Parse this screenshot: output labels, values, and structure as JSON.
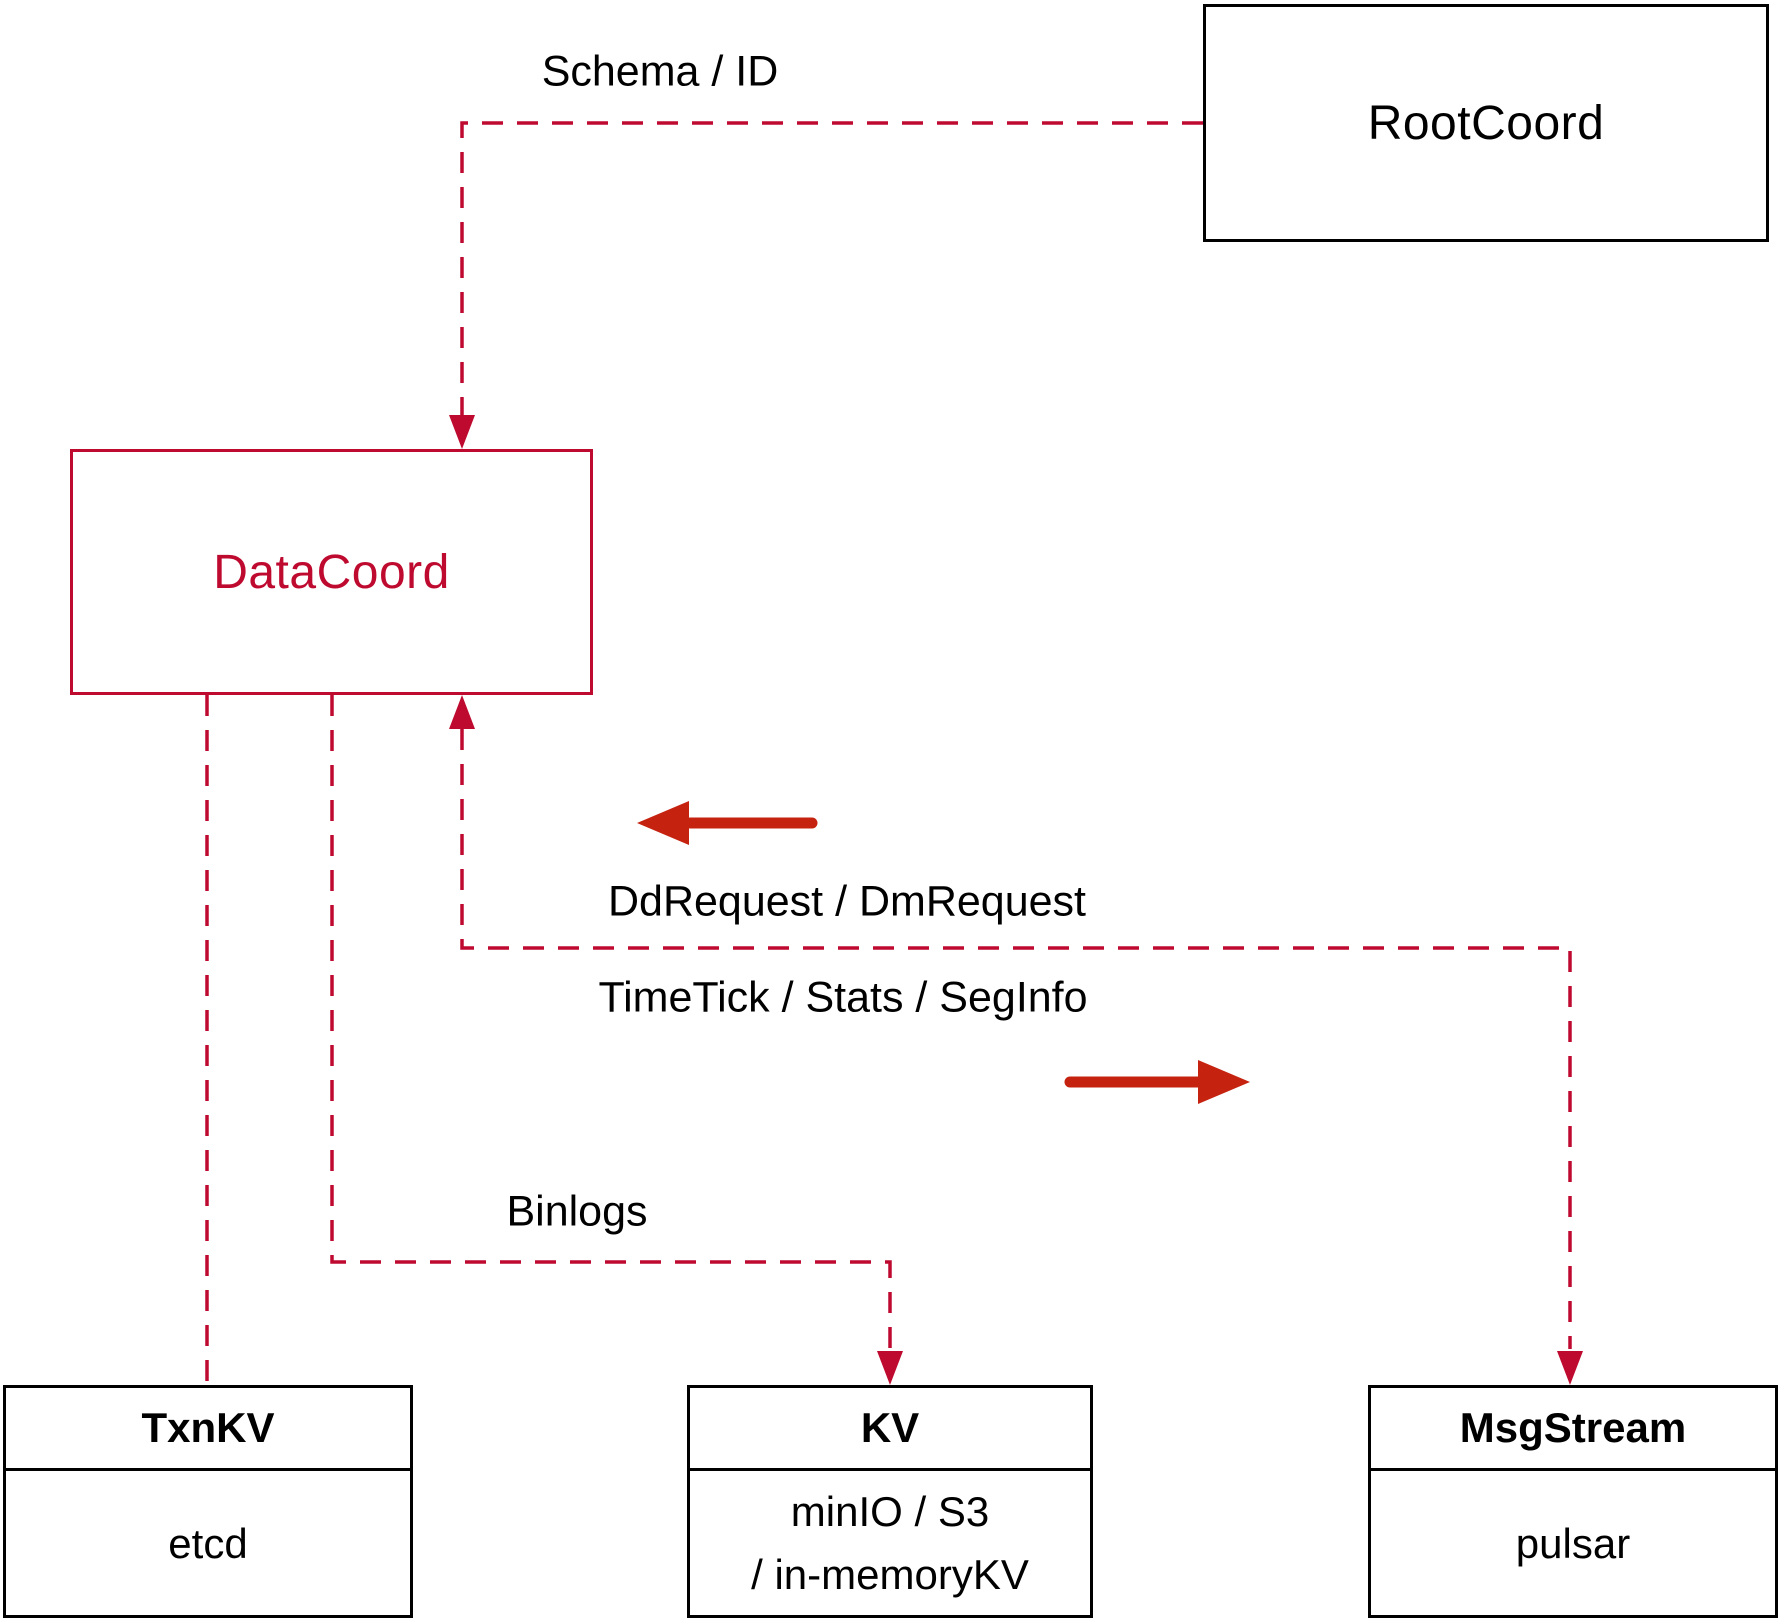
{
  "diagram": {
    "colors": {
      "dashed_red": "#bf0a30",
      "solid_red": "#c52310",
      "black": "#000000"
    },
    "nodes": {
      "root_coord": {
        "label": "RootCoord"
      },
      "data_coord": {
        "label": "DataCoord"
      },
      "txn_kv": {
        "title": "TxnKV",
        "body": "etcd"
      },
      "kv": {
        "title": "KV",
        "body_line1": "minIO / S3",
        "body_line2": "/ in-memoryKV"
      },
      "msg_stream": {
        "title": "MsgStream",
        "body": "pulsar"
      }
    },
    "edges": {
      "schema_id": {
        "label": "Schema / ID",
        "from": "RootCoord",
        "to": "DataCoord",
        "style": "dashed-arrow"
      },
      "dd_dm": {
        "label": "DdRequest / DmRequest",
        "from": "MsgStream",
        "to": "DataCoord",
        "style": "dashed-arrow-both-ends"
      },
      "timetick": {
        "label": "TimeTick / Stats / SegInfo",
        "direction": "toward MsgStream",
        "style": "label-on-shared-dashed-line"
      },
      "binlogs": {
        "label": "Binlogs",
        "from": "DataCoord",
        "to": "KV",
        "style": "dashed-arrow"
      },
      "datacoord_txnkv": {
        "label": "",
        "from": "DataCoord",
        "to": "TxnKV",
        "style": "dashed-plain"
      }
    }
  }
}
